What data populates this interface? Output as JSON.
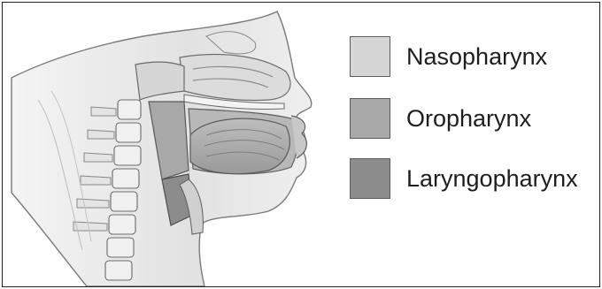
{
  "legend": {
    "items": [
      {
        "label": "Nasopharynx",
        "color": "#d6d6d6"
      },
      {
        "label": "Oropharynx",
        "color": "#a8a8a8"
      },
      {
        "label": "Laryngopharynx",
        "color": "#8c8c8c"
      }
    ]
  },
  "colors": {
    "border": "#222222",
    "tissue_light": "#ededed",
    "tissue_mid": "#c9c9c9",
    "bone": "#f2f2f2"
  }
}
